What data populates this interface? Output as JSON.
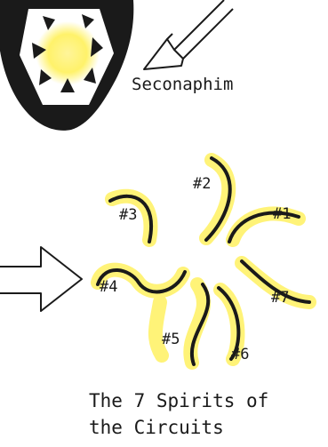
{
  "emblem": {
    "name": "Seconaphim"
  },
  "spirits": {
    "labels": [
      "#1",
      "#2",
      "#3",
      "#4",
      "#5",
      "#6",
      "#7"
    ]
  },
  "caption": {
    "line1": "The 7 Spirits of",
    "line2": "the Circuits"
  },
  "colors": {
    "ink": "#1a1a1a",
    "glow": "#fff26a",
    "background": "#ffffff"
  }
}
